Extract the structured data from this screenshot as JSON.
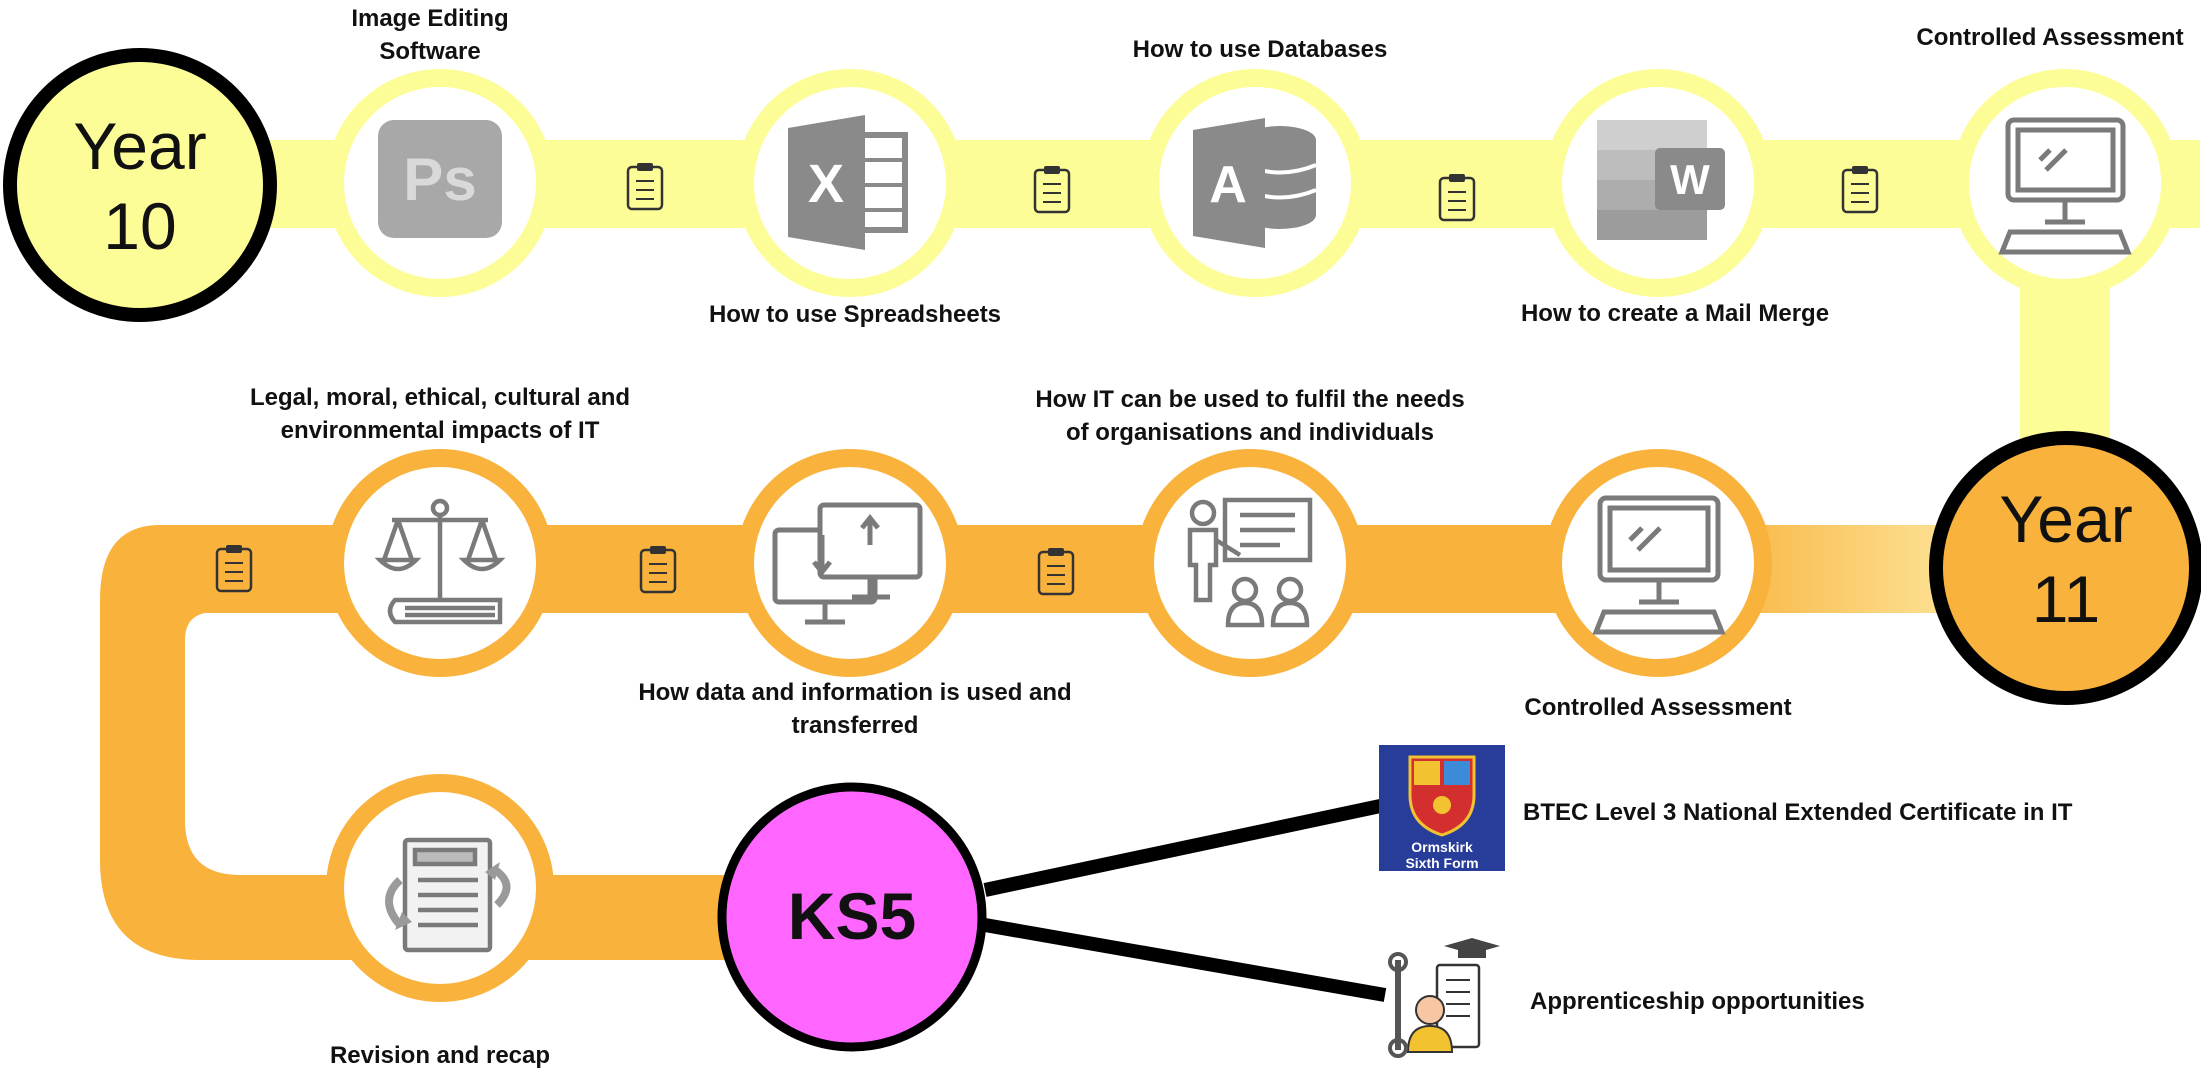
{
  "roadmap": {
    "year10": {
      "line1": "Year",
      "line2": "10"
    },
    "year11": {
      "line1": "Year",
      "line2": "11"
    },
    "ks5": "KS5",
    "topics": {
      "image_editing": {
        "line1": "Image Editing",
        "line2": "Software"
      },
      "spreadsheets": "How to use Spreadsheets",
      "databases": "How to use Databases",
      "mail_merge": "How to create a Mail Merge",
      "controlled_assessment_y10": "Controlled Assessment",
      "controlled_assessment_y11": "Controlled Assessment",
      "needs": {
        "line1": "How IT can be used to fulfil the needs",
        "line2": "of organisations and individuals"
      },
      "data_info": {
        "line1": "How data and information is used and",
        "line2": "transferred"
      },
      "legal": {
        "line1": "Legal, moral, ethical, cultural and",
        "line2": "environmental impacts of IT"
      },
      "revision": "Revision and recap"
    },
    "pathways": {
      "btec": "BTEC Level 3 National Extended Certificate in IT",
      "apprenticeship": "Apprenticeship opportunities"
    },
    "logo": {
      "line1": "Ormskirk",
      "line2": "Sixth Form"
    },
    "icons": {
      "ps": "Ps",
      "excel": "X",
      "access": "A",
      "word": "W"
    }
  },
  "colors": {
    "year10_track": "#fdfd98",
    "year11_track": "#f9b23c",
    "ks5": "#ff66ff",
    "icon_gray": "#8a8a8a"
  }
}
